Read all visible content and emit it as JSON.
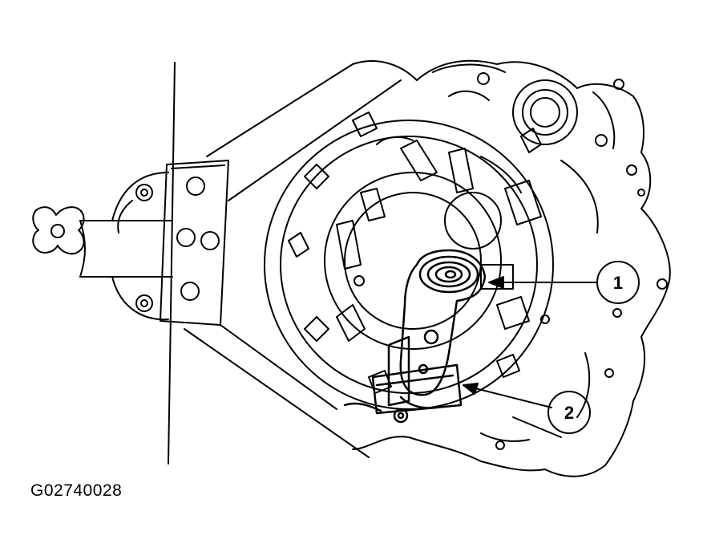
{
  "figure": {
    "id": "G02740028",
    "callouts": [
      {
        "number": "1"
      },
      {
        "number": "2"
      }
    ]
  },
  "colors": {
    "line": "#000000",
    "background": "#ffffff"
  }
}
